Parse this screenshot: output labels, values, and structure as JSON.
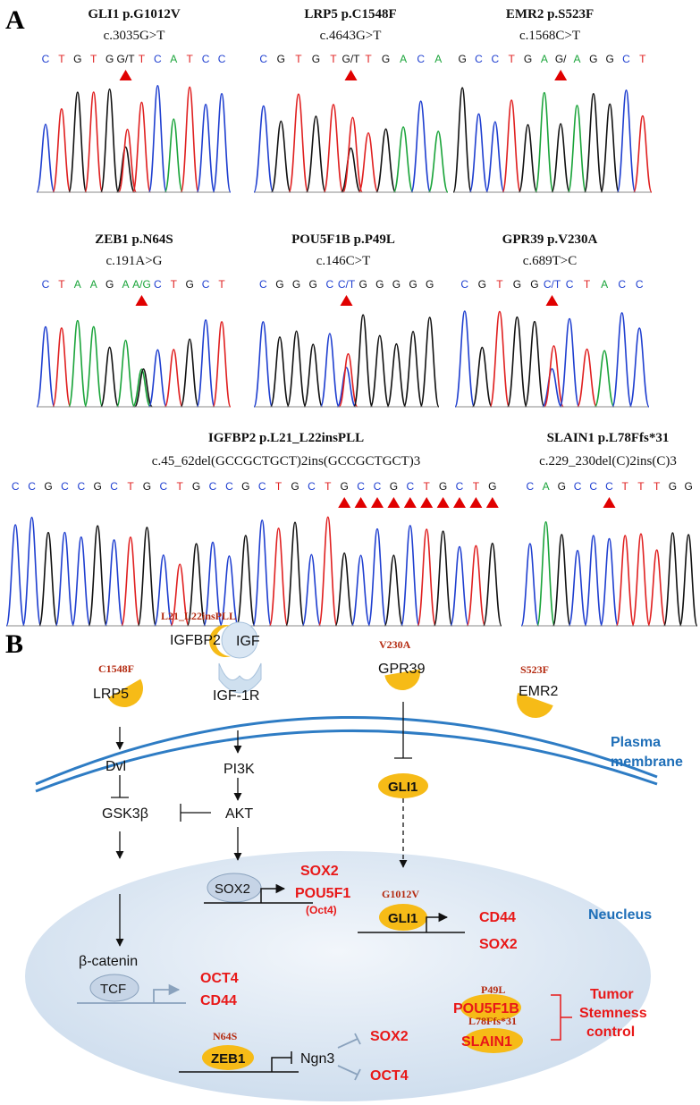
{
  "panel_a": {
    "label": "A",
    "panels": [
      {
        "gene": "GLI1 p.G1012V",
        "change": "c.3035G>T",
        "seq": [
          "C",
          "T",
          "G",
          "T",
          "G",
          "G/T",
          "T",
          "C",
          "A",
          "T",
          "C",
          "C"
        ],
        "markers": [
          5
        ]
      },
      {
        "gene": "LRP5 p.C1548F",
        "change": "c.4643G>T",
        "seq": [
          "C",
          "G",
          "T",
          "G",
          "T",
          "G/T",
          "T",
          "G",
          "A",
          "C",
          "A"
        ],
        "markers": [
          5
        ]
      },
      {
        "gene": "EMR2 p.S523F",
        "change": "c.1568C>T",
        "seq": [
          "G",
          "C",
          "C",
          "T",
          "G",
          "A",
          "G/",
          "A",
          "G",
          "G",
          "C",
          "T"
        ],
        "markers": [
          6
        ]
      },
      {
        "gene": "ZEB1 p.N64S",
        "change": "c.191A>G",
        "seq": [
          "C",
          "T",
          "A",
          "A",
          "G",
          "A",
          "A/G",
          "C",
          "T",
          "G",
          "C",
          "T"
        ],
        "markers": [
          6
        ]
      },
      {
        "gene": "POU5F1B p.P49L",
        "change": "c.146C>T",
        "seq": [
          "C",
          "G",
          "G",
          "G",
          "C",
          "C/T",
          "G",
          "G",
          "G",
          "G",
          "G"
        ],
        "markers": [
          5
        ]
      },
      {
        "gene": "GPR39 p.V230A",
        "change": "c.689T>C",
        "seq": [
          "C",
          "G",
          "T",
          "G",
          "G",
          "C/T",
          "C",
          "T",
          "A",
          "C",
          "C"
        ],
        "markers": [
          5
        ]
      },
      {
        "gene": "IGFBP2 p.L21_L22insPLL",
        "change": "c.45_62del(GCCGCTGCT)2ins(GCCGCTGCT)3",
        "seq": [
          "C",
          "C",
          "G",
          "C",
          "C",
          "G",
          "C",
          "T",
          "G",
          "C",
          "T",
          "G",
          "C",
          "C",
          "G",
          "C",
          "T",
          "G",
          "C",
          "T",
          "G",
          "C",
          "C",
          "G",
          "C",
          "T",
          "G",
          "C",
          "T",
          "G"
        ],
        "markers": [
          20,
          21,
          22,
          23,
          24,
          25,
          26,
          27,
          28,
          29
        ]
      },
      {
        "gene": "SLAIN1 p.L78Ffs*31",
        "change": "c.229_230del(C)2ins(C)3",
        "seq": [
          "C",
          "A",
          "G",
          "C",
          "C",
          "C",
          "T",
          "T",
          "T",
          "G",
          "G"
        ],
        "markers": [
          5
        ]
      }
    ]
  },
  "panel_b": {
    "label": "B",
    "membrane_label": [
      "Plasma",
      "membrane"
    ],
    "nucleus_label": "Neucleus",
    "receptors": {
      "lrp5": {
        "name": "LRP5",
        "mutation": "C1548F"
      },
      "igf1r": {
        "name": "IGF-1R"
      },
      "igfbp2": {
        "name": "IGFBP2",
        "mutation": "L21_L22insPLL"
      },
      "igf": {
        "name": "IGF"
      },
      "gpr39": {
        "name": "GPR39",
        "mutation": "V230A"
      },
      "emr2": {
        "name": "EMR2",
        "mutation": "S523F"
      }
    },
    "pathway": {
      "dvl": "Dvl",
      "gsk3b": "GSK3β",
      "pi3k": "PI3K",
      "akt": "AKT",
      "gli1_cyto": "GLI1",
      "bcatenin": "β-catenin",
      "tcf": "TCF",
      "sox2_factor": "SOX2",
      "gli1_nuc": "GLI1",
      "gli1_mutation": "G1012V",
      "zeb1": "ZEB1",
      "zeb1_mutation": "N64S",
      "ngn3": "Ngn3",
      "pou5f1b": "POU5F1B",
      "pou5f1b_mutation": "P49L",
      "slain1": "SLAIN1",
      "slain1_mutation": "L78Ffs*31"
    },
    "targets": {
      "sox2_akt": "SOX2",
      "pou5f1": "POU5F1",
      "oct4_paren": "(Oct4)",
      "cd44_gli": "CD44",
      "sox2_gli": "SOX2",
      "oct4_tcf": "OCT4",
      "cd44_tcf": "CD44",
      "sox2_ngn3": "SOX2",
      "oct4_ngn3": "OCT4"
    },
    "stemness_label": [
      "Tumor",
      "Stemness",
      "control"
    ]
  },
  "colors": {
    "mutation": "#b42a10",
    "target": "#e81818",
    "blue_label": "#1f6fb8",
    "membrane": "#2e7cc4",
    "factor": "#f6bb17",
    "nucleus": "#d6e4f2",
    "base_A": "#1aa43a",
    "base_C": "#1f3fd0",
    "base_G": "#111111",
    "base_T": "#e02020",
    "marker": "#e00000"
  }
}
